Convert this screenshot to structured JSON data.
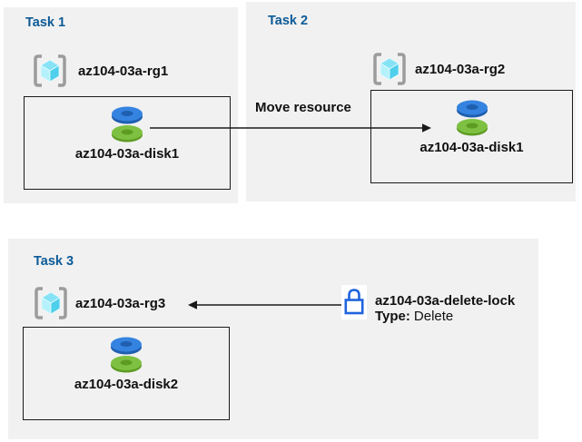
{
  "diagram": {
    "tasks": [
      {
        "title": "Task 1",
        "rg": "az104-03a-rg1",
        "resource": "az104-03a-disk1"
      },
      {
        "title": "Task 2",
        "rg": "az104-03a-rg2",
        "resource": "az104-03a-disk1"
      },
      {
        "title": "Task 3",
        "rg": "az104-03a-rg3",
        "resource": "az104-03a-disk2"
      }
    ],
    "move_arrow_label": "Move resource",
    "lock": {
      "name": "az104-03a-delete-lock",
      "type_key": "Type:",
      "type_value": "Delete"
    },
    "icons": {
      "resource_group": "resource-group-icon",
      "disk": "disk-icon",
      "lock": "lock-icon"
    },
    "colors": {
      "task_box_bg": "#f1f1f1",
      "title_text": "#0c5a96",
      "label_text": "#111111",
      "resource_box_border": "#1a1a1a",
      "arrow": "#1a1a1a",
      "lock_blue": "#1f63dd",
      "disk_blue_top": "#3583e0",
      "disk_blue_rim": "#1f5fb0",
      "disk_green_top": "#7ec142",
      "disk_green_rim": "#5d9b22",
      "cube_cyan_light": "#b5f1fb",
      "cube_cyan_mid": "#86e3f5",
      "cube_cyan_dark": "#4ecfec",
      "bracket_gray": "#9c9c9c"
    }
  }
}
